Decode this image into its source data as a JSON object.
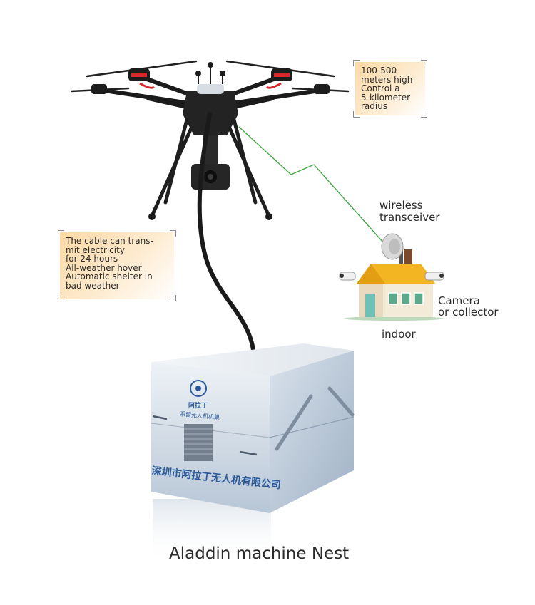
{
  "notes": {
    "flight": [
      "100-500",
      "meters high",
      "Control a",
      "5-kilometer",
      "radius"
    ],
    "cable": [
      "The cable can trans-",
      "mit electricity",
      "for 24 hours",
      "All-weather hover",
      "Automatic shelter in",
      "bad weather"
    ]
  },
  "labels": {
    "transceiver": [
      "wireless",
      "transceiver"
    ],
    "camera": [
      "Camera",
      "or collector"
    ],
    "indoor": "indoor",
    "nest": "Aladdin machine Nest"
  },
  "box_print": {
    "brand": "阿拉丁",
    "subtitle": "系留无人机机巢",
    "company": "深圳市阿拉丁无人机有限公司"
  },
  "colors": {
    "link_line": "#3aa53a",
    "rotor_accent": "#d8262a",
    "roof": "#f3b521",
    "house_wall": "#f4ead8",
    "box_front": "#c9d5e2",
    "note_fill": "#fcd9a4"
  }
}
